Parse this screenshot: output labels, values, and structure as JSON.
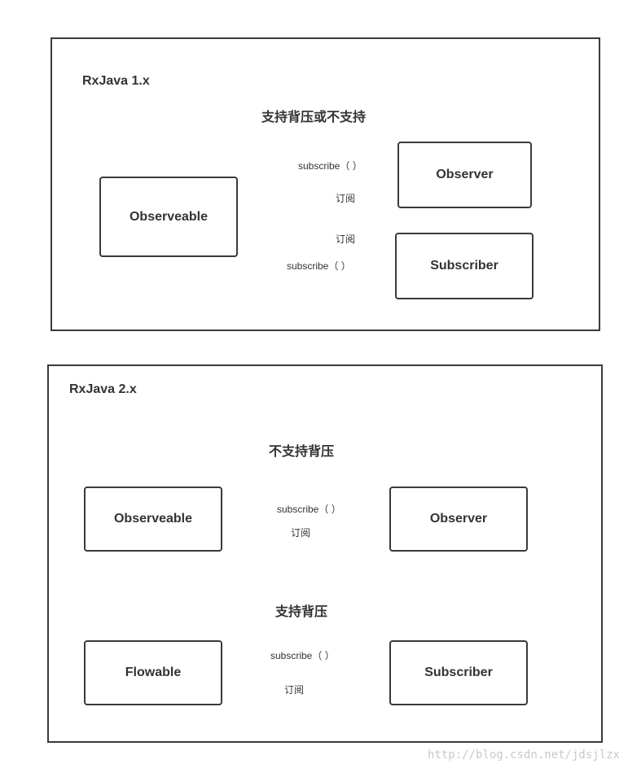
{
  "diagram1": {
    "title": "RxJava 1.x",
    "subtitle": "支持背压或不支持",
    "nodes": {
      "source": "Observeable",
      "target_a": "Observer",
      "target_b": "Subscriber"
    },
    "edges": [
      {
        "from": "Observeable",
        "to": "Observer",
        "label": "subscribe（ ）",
        "sublabel": "订阅"
      },
      {
        "from": "Observeable",
        "to": "Subscriber",
        "label": "subscribe（ ）",
        "sublabel": "订阅"
      }
    ]
  },
  "diagram2": {
    "title": "RxJava 2.x",
    "section1": {
      "title": "不支持背压",
      "source": "Observeable",
      "target": "Observer",
      "edge": {
        "label": "subscribe（ ）",
        "sublabel": "订阅"
      }
    },
    "section2": {
      "title": "支持背压",
      "source": "Flowable",
      "target": "Subscriber",
      "edge": {
        "label": "subscribe（ ）",
        "sublabel": "订阅"
      }
    }
  },
  "watermark": "http://blog.csdn.net/jdsjlzx",
  "colors": {
    "stroke": "#3a3a3a",
    "text": "#333333",
    "watermark": "#c9c9c9"
  }
}
